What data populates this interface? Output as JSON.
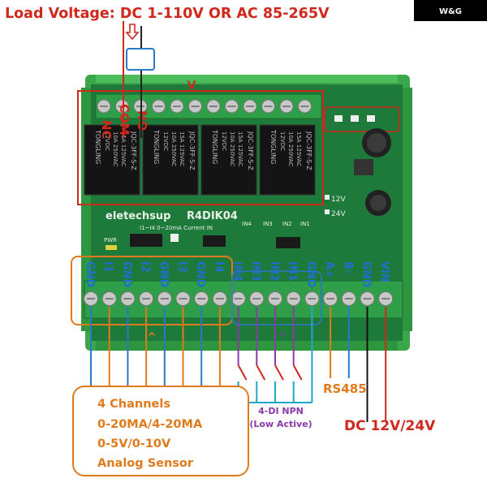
{
  "brand": "W&G",
  "load_voltage_label": "Load Voltage: DC 1-110V OR AC 85-265V",
  "relay_pins": [
    "NC",
    "COM",
    "NO"
  ],
  "relay_brand": "TONGLING",
  "relay_model": "JQC-3FF-S-Z",
  "relay_specs": [
    "12VDC",
    "10A 250VAC",
    "15A 125VAC"
  ],
  "board": {
    "maker": "eletechsup",
    "model": "R4DIK04",
    "current_label": "I1~I4 0~20mA Current IN",
    "power_label": "PWR",
    "input_labels": [
      "IN4",
      "IN3",
      "IN2",
      "IN1"
    ],
    "supply_options": [
      "12V",
      "24V"
    ]
  },
  "terminals": [
    "GND",
    "I1",
    "GND",
    "I2",
    "GND",
    "I3",
    "GND",
    "I4",
    "IN4",
    "IN3",
    "IN2",
    "IN1",
    "GND",
    "A+",
    "B-",
    "GND",
    "VIN"
  ],
  "analog_box": {
    "lines": [
      "4 Channels",
      "0-20MA/4-20MA",
      "0-5V/0-10V",
      "Analog Sensor"
    ]
  },
  "di_box": {
    "title": "4-DI NPN",
    "subtitle": "(Low Active)"
  },
  "rs485_label": "RS485",
  "power_label": "DC 12V/24V",
  "colors": {
    "red": "#d0281c",
    "orange": "#e07a1c",
    "blue": "#2a78c8",
    "purple": "#8a3aa8",
    "pcb": "#1e7a3a",
    "rail": "#3aa84a"
  }
}
